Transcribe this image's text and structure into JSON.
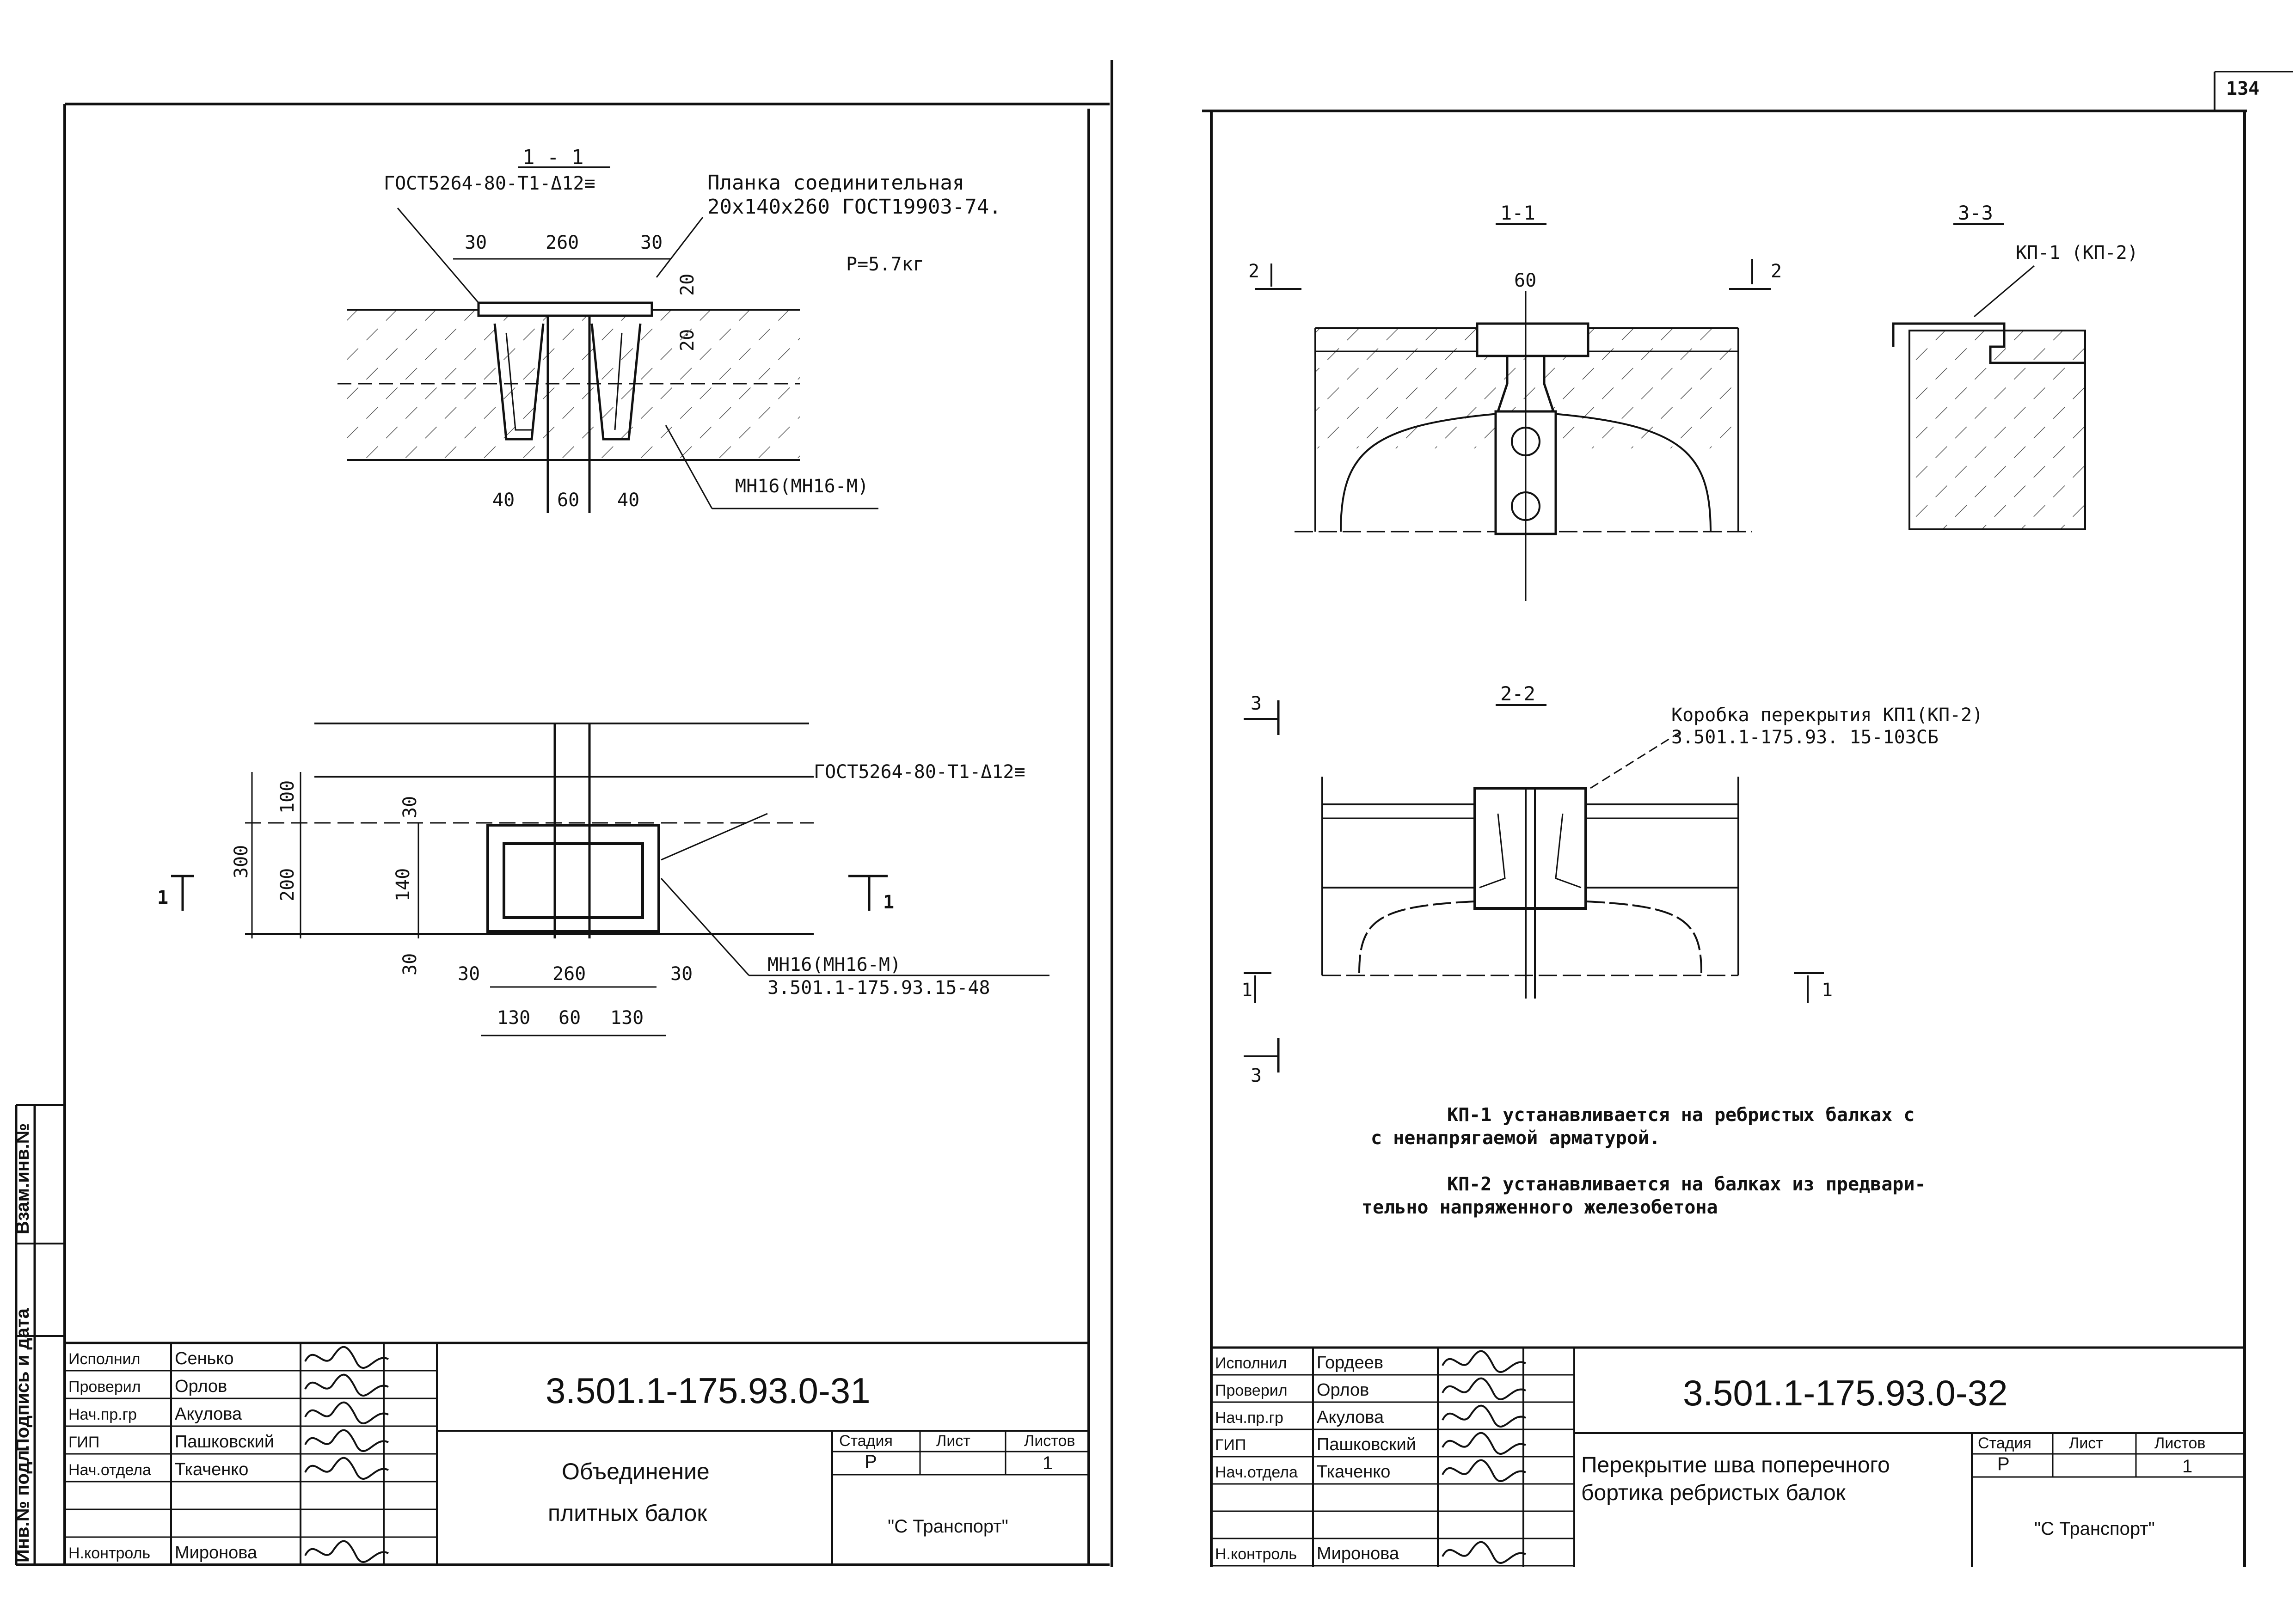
{
  "page_number": "134",
  "side_stamp": {
    "inv_orig": "Инв.№ подл.",
    "sign_date": "Подпись и дата",
    "vzam_inv": "Взам.инв.№"
  },
  "sheet31": {
    "section1": {
      "title": "1 - 1",
      "gost_note": "ГОСТ5264-80-Т1-Δ12≡",
      "plate_label_1": "Планка соединительная",
      "plate_label_2": "20х140х260 ГОСТ19903-74.",
      "mass": "Р=5.7кг",
      "dim_left": "30",
      "dim_middle": "260",
      "dim_right": "30",
      "dim_v1": "20",
      "dim_v2": "20",
      "dim_b1": "40",
      "dim_b2": "60",
      "dim_b3": "40",
      "embed_label": "МН16(МН16-М)"
    },
    "plan": {
      "gost_note": "ГОСТ5264-80-Т1-Δ12≡",
      "dim_300": "300",
      "dim_100": "100",
      "dim_200": "200",
      "dim_30a": "30",
      "dim_140": "140",
      "dim_30b": "30",
      "dim_30c": "30",
      "dim_260": "260",
      "dim_30d": "30",
      "dim_130a": "130",
      "dim_60": "60",
      "dim_130b": "130",
      "cut_left": "1",
      "cut_right": "1",
      "embed_label": "МН16(МН16-М)",
      "embed_ref": "3.501.1-175.93.15-48"
    },
    "title_block": {
      "code": "3.501.1-175.93.0-31",
      "title_1": "Объединение",
      "title_2": "плитных балок",
      "stage_header": "Стадия",
      "sheet_header": "Лист",
      "sheets_header": "Листов",
      "stage": "Р",
      "sheet": "",
      "sheets": "1",
      "company": "\"С Транспорт\"",
      "roles": [
        {
          "role": "Исполнил",
          "name": "Сенько"
        },
        {
          "role": "Проверил",
          "name": "Орлов"
        },
        {
          "role": "Нач.пр.гр",
          "name": "Акулова"
        },
        {
          "role": "ГИП",
          "name": "Пашковский"
        },
        {
          "role": "Нач.отдела",
          "name": "Ткаченко"
        },
        {
          "role": "",
          "name": ""
        },
        {
          "role": "",
          "name": ""
        },
        {
          "role": "Н.контроль",
          "name": "Миронова"
        }
      ]
    }
  },
  "sheet32": {
    "sec11": {
      "title": "1-1",
      "cut_left": "2",
      "cut_right": "2",
      "dim_60": "60"
    },
    "sec33": {
      "title": "3-3",
      "label": "КП-1 (КП-2)"
    },
    "sec22": {
      "title": "2-2",
      "cut3_top": "3",
      "cut3_bottom": "3",
      "cut1_left": "1",
      "cut1_right": "1",
      "box_label": "Коробка перекрытия  КП1(КП-2)",
      "box_ref": "3.501.1-175.93.  15-103СБ"
    },
    "notes": {
      "n1_line1": "КП-1 устанавливается на ребристых балках с",
      "n1_line2": "с ненапрягаемой арматурой.",
      "n2_line1": "КП-2 устанавливается на балках из предвари-",
      "n2_line2": "тельно напряженного железобетона"
    },
    "title_block": {
      "code": "3.501.1-175.93.0-32",
      "title_1": "Перекрытие шва поперечного",
      "title_2": "бортика ребристых балок",
      "stage_header": "Стадия",
      "sheet_header": "Лист",
      "sheets_header": "Листов",
      "stage": "Р",
      "sheet": "",
      "sheets": "1",
      "company": "\"С Транспорт\"",
      "roles": [
        {
          "role": "Исполнил",
          "name": "Гордеев"
        },
        {
          "role": "Проверил",
          "name": "Орлов"
        },
        {
          "role": "Нач.пр.гр",
          "name": "Акулова"
        },
        {
          "role": "ГИП",
          "name": "Пашковский"
        },
        {
          "role": "Нач.отдела",
          "name": "Ткаченко"
        },
        {
          "role": "",
          "name": ""
        },
        {
          "role": "",
          "name": ""
        },
        {
          "role": "Н.контроль",
          "name": "Миронова"
        }
      ]
    }
  }
}
